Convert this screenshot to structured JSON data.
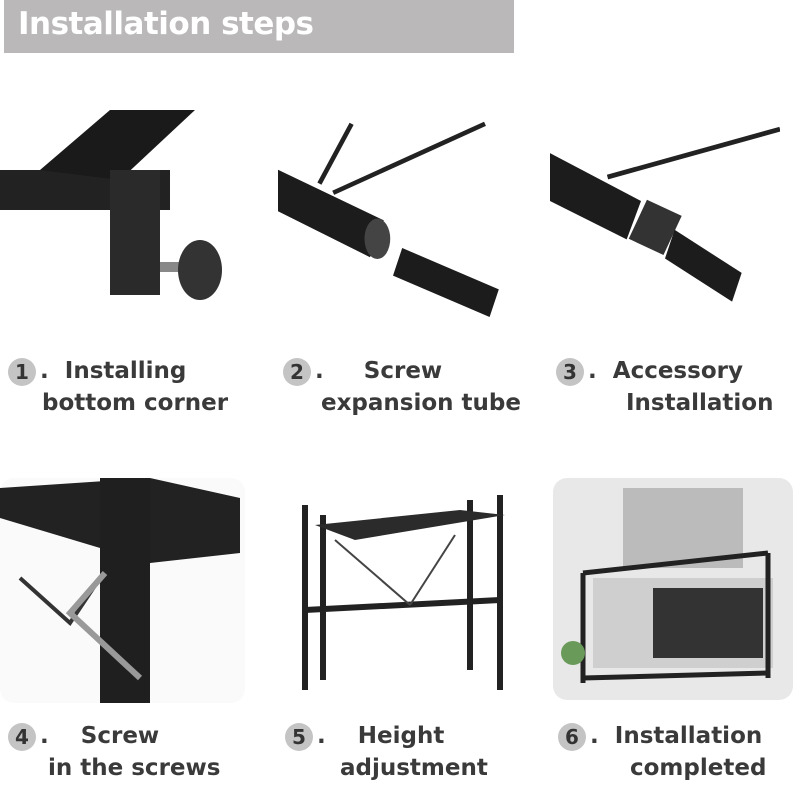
{
  "header": {
    "title": "Installation steps"
  },
  "steps": [
    {
      "num": "1",
      "line1": "Installing",
      "line2": "bottom corner"
    },
    {
      "num": "2",
      "line1": "Screw",
      "line2": "expansion tube"
    },
    {
      "num": "3",
      "line1": "Accessory",
      "line2": "Installation"
    },
    {
      "num": "4",
      "line1": "Screw",
      "line2": "in the screws"
    },
    {
      "num": "5",
      "line1": "Height",
      "line2": "adjustment"
    },
    {
      "num": "6",
      "line1": "Installation",
      "line2": "completed"
    }
  ]
}
